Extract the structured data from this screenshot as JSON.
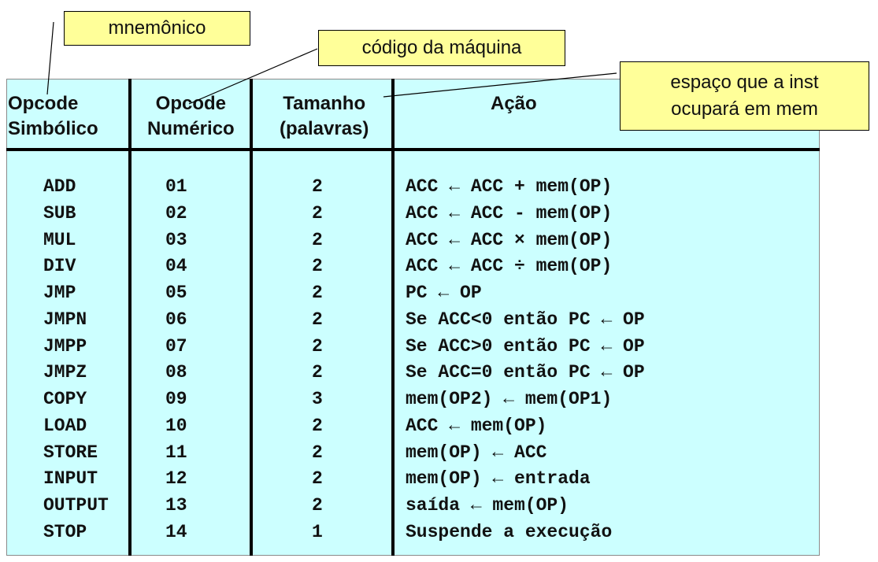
{
  "callouts": {
    "mnemonic": "mnemônico",
    "machine_code": "código da máquina",
    "space_line1": "espaço que a inst",
    "space_line2": "ocupará em mem"
  },
  "headers": {
    "col1_line1": "Opcode",
    "col1_line2": "Simbólico",
    "col2_line1": "Opcode",
    "col2_line2": "Numérico",
    "col3_line1": "Tamanho",
    "col3_line2": "(palavras)",
    "col4": "Ação"
  },
  "rows": [
    {
      "mnemonic": "ADD",
      "opcode": "01",
      "size": "2",
      "action": "ACC ← ACC + mem(OP)"
    },
    {
      "mnemonic": "SUB",
      "opcode": "02",
      "size": "2",
      "action": "ACC ← ACC - mem(OP)"
    },
    {
      "mnemonic": "MUL",
      "opcode": "03",
      "size": "2",
      "action": "ACC ← ACC × mem(OP)"
    },
    {
      "mnemonic": "DIV",
      "opcode": "04",
      "size": "2",
      "action": "ACC ← ACC ÷ mem(OP)"
    },
    {
      "mnemonic": "JMP",
      "opcode": "05",
      "size": "2",
      "action": "PC ← OP"
    },
    {
      "mnemonic": "JMPN",
      "opcode": "06",
      "size": "2",
      "action": "Se ACC<0 então PC ← OP"
    },
    {
      "mnemonic": "JMPP",
      "opcode": "07",
      "size": "2",
      "action": "Se ACC>0 então PC ← OP"
    },
    {
      "mnemonic": "JMPZ",
      "opcode": "08",
      "size": "2",
      "action": "Se ACC=0 então PC ← OP"
    },
    {
      "mnemonic": "COPY",
      "opcode": "09",
      "size": "3",
      "action": "mem(OP2) ← mem(OP1)"
    },
    {
      "mnemonic": "LOAD",
      "opcode": "10",
      "size": "2",
      "action": "ACC ← mem(OP)"
    },
    {
      "mnemonic": "STORE",
      "opcode": "11",
      "size": "2",
      "action": "mem(OP) ← ACC"
    },
    {
      "mnemonic": "INPUT",
      "opcode": "12",
      "size": "2",
      "action": "mem(OP) ← entrada"
    },
    {
      "mnemonic": "OUTPUT",
      "opcode": "13",
      "size": "2",
      "action": "saída ← mem(OP)"
    },
    {
      "mnemonic": "STOP",
      "opcode": "14",
      "size": "1",
      "action": "Suspende a execução"
    }
  ]
}
